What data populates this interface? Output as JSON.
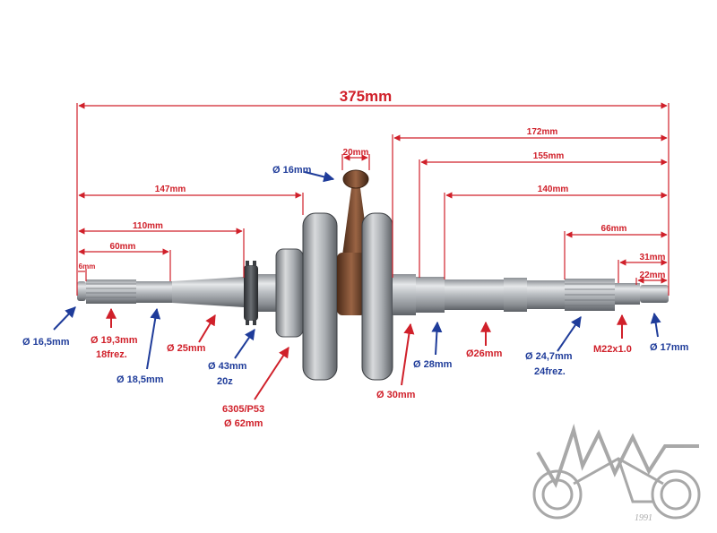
{
  "colors": {
    "dimension": "#d0202a",
    "label_red": "#d0202a",
    "label_blue": "#1f3c9a",
    "steel": "#b9bcc0",
    "conrod": "#7a4a2c",
    "logo": "#9a9a9a"
  },
  "dimensions": {
    "total": "375mm",
    "pin_width": "20mm",
    "d147": "147mm",
    "d110": "110mm",
    "d60": "60mm",
    "d6": "6mm",
    "d172": "172mm",
    "d155": "155mm",
    "d140": "140mm",
    "d66": "66mm",
    "d31": "31mm",
    "d22": "22mm"
  },
  "labels": {
    "d16_5": "Ø 16,5mm",
    "d19_3": "Ø 19,3mm",
    "frez18": "18frez.",
    "d18_5": "Ø 18,5mm",
    "d25": "Ø 25mm",
    "d43": "Ø 43mm",
    "teeth20": "20z",
    "bearing": "6305/P53",
    "d62": "Ø 62mm",
    "d16": "Ø 16mm",
    "d30": "Ø 30mm",
    "d28": "Ø 28mm",
    "d26": "Ø26mm",
    "d24_7": "Ø 24,7mm",
    "frez24": "24frez.",
    "thread": "M22x1.0",
    "d17": "Ø 17mm"
  },
  "logo": {
    "year": "1991",
    "icon": "motorcycle-logo-icon"
  }
}
